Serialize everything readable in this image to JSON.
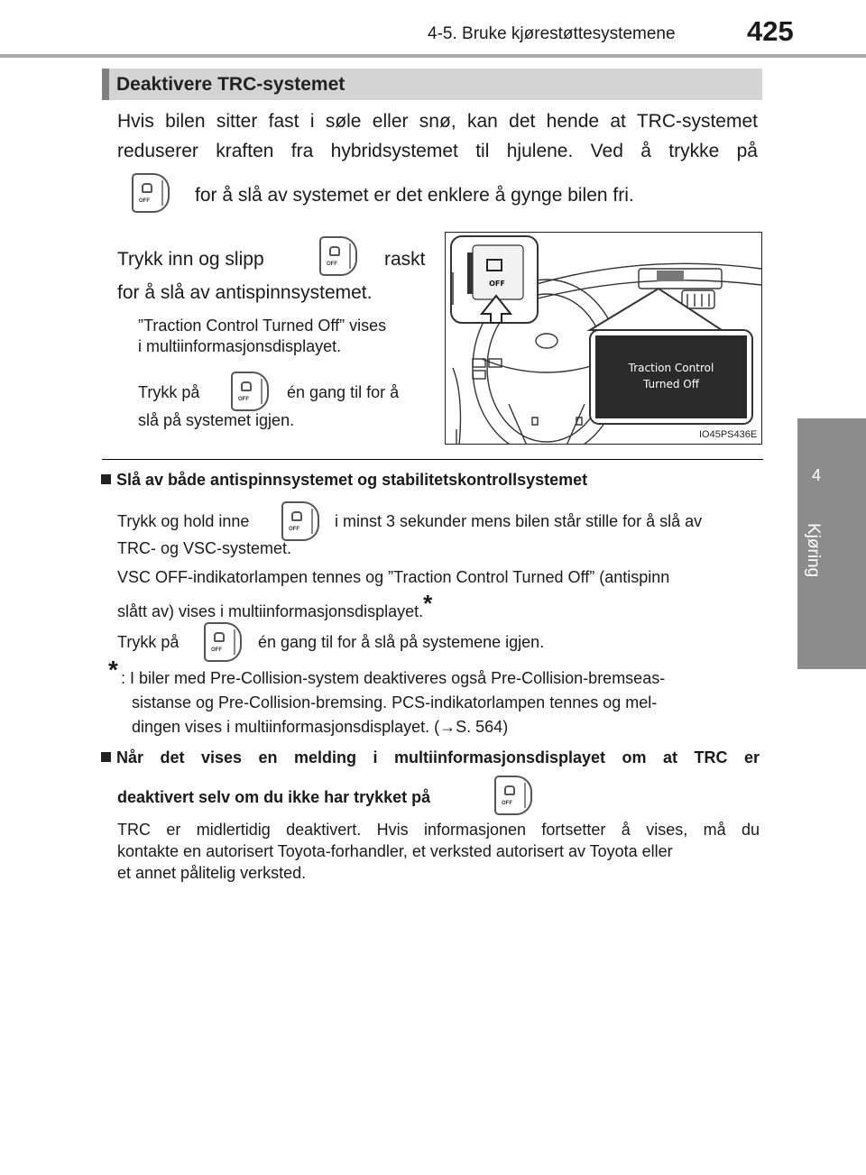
{
  "header": {
    "section": "4-5. Bruke kjørestøttesystemene",
    "page_number": "425"
  },
  "side_tab": {
    "number": "4",
    "label": "Kjøring"
  },
  "section": {
    "title": "Deaktivere TRC-systemet"
  },
  "intro": {
    "line1": "Hvis bilen sitter fast i søle eller snø, kan det hende at TRC-systemet",
    "line2": "reduserer kraften fra hybridsystemet til hjulene. Ved å trykke på",
    "line3": "for å slå av systemet er det enklere å gynge bilen fri."
  },
  "press_release": {
    "part1": "Trykk inn og slipp",
    "part2": "raskt",
    "line2": "for å slå av antispinnsystemet.",
    "note_line1": "”Traction Control Turned Off” vises",
    "note_line2": "i multiinformasjonsdisplayet.",
    "again_part1": "Trykk på",
    "again_part2": "én gang til for å",
    "again_line2": "slå på systemet igjen."
  },
  "figure": {
    "display_line1": "Traction Control",
    "display_line2": "Turned Off",
    "button_label": "OFF",
    "image_code": "IO45PS436E"
  },
  "both_systems": {
    "heading": "Slå av både antispinnsystemet og stabilitetskontrollsystemet",
    "hold_part1": "Trykk og hold inne",
    "hold_part2": "i minst 3 sekunder mens bilen står stille for å slå av",
    "hold_line2": "TRC- og VSC-systemet.",
    "indicator_line1": "VSC OFF-indikatorlampen tennes og ”Traction Control Turned Off” (antispinn",
    "indicator_line2": "slått av) vises i multiinformasjonsdisplayet.",
    "asterisk": "*",
    "again_part1": "Trykk på",
    "again_part2": "én gang til for å slå på systemene igjen."
  },
  "footnote": {
    "mark": "*",
    "line1": ": I biler med Pre-Collision-system deaktiveres også Pre-Collision-bremseas-",
    "line2": "sistanse og Pre-Collision-bremsing. PCS-indikatorlampen tennes og mel-",
    "line3": "dingen vises i multiinformasjonsdisplayet. (→S. 564)"
  },
  "message_section": {
    "heading_line1": "Når det vises en melding i multiinformasjonsdisplayet om at TRC er",
    "heading_line2": "deaktivert selv om du ikke har trykket på",
    "body_line1": "TRC er midlertidig deaktivert. Hvis informasjonen fortsetter å vises, må du",
    "body_line2": "kontakte en autorisert Toyota-forhandler, et verksted autorisert av Toyota eller",
    "body_line3": "et annet pålitelig verksted."
  },
  "icons": {
    "button": "trc-off-button-icon"
  }
}
